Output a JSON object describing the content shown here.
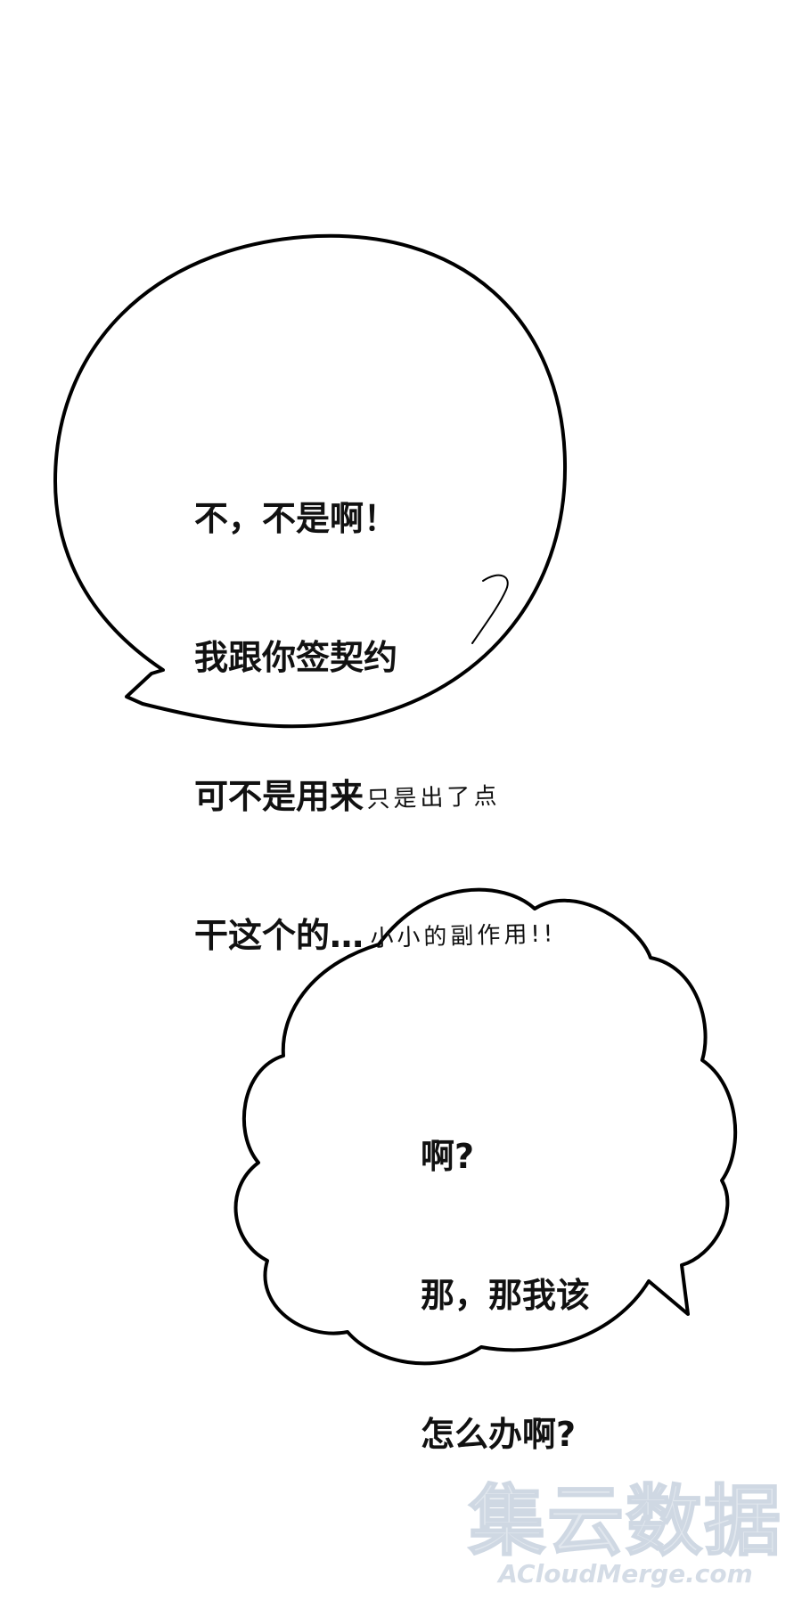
{
  "bubble_top": {
    "lines": [
      "不，不是啊！",
      "我跟你签契约",
      "可不是用来",
      "干这个的…"
    ]
  },
  "aside_text": {
    "lines": [
      "只是出了点",
      "小小的副作用!!"
    ]
  },
  "bubble_bottom": {
    "lines": [
      "啊?",
      "那，那我该",
      "怎么办啊?"
    ]
  },
  "watermark": {
    "title": "集云数据",
    "url": "ACloudMerge.com"
  },
  "colors": {
    "background": "#ffffff",
    "ink": "#111111",
    "watermark": "#e1e7ee"
  }
}
